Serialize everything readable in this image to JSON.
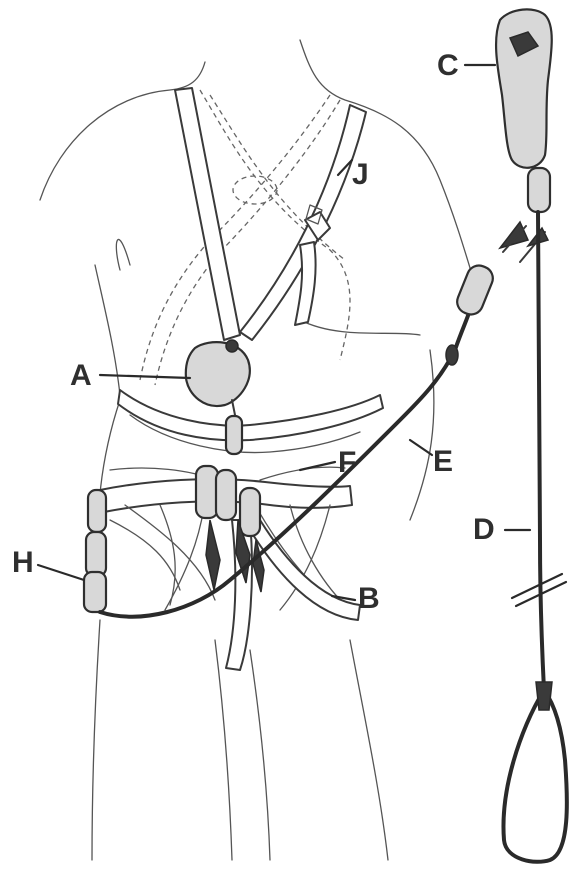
{
  "labels": {
    "a": "A",
    "b": "B",
    "c": "C",
    "d": "D",
    "e": "E",
    "f": "F",
    "h": "H",
    "j": "J"
  },
  "colors": {
    "ink": "#3a3a3a",
    "background": "#ffffff"
  }
}
